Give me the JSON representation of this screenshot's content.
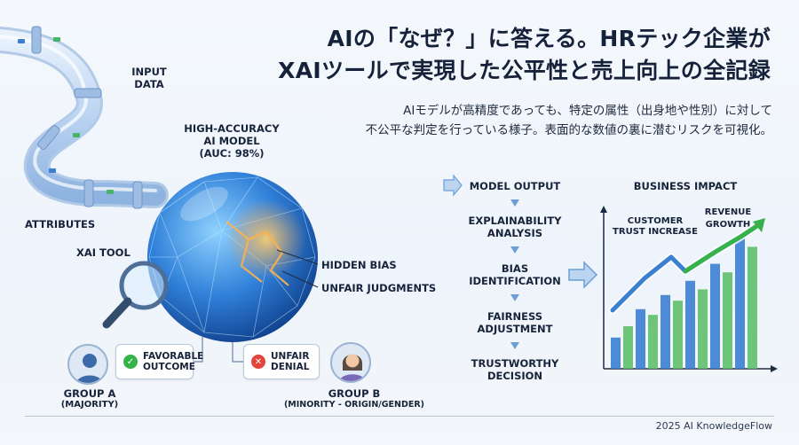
{
  "header": {
    "title_line1": "AIの「なぜ？」に答える。HRテック企業が",
    "title_line2": "XAIツールで実現した公平性と売上向上の全記録",
    "subtitle_line1": "AIモデルが高精度であっても、特定の属性（出身地や性別）に対して",
    "subtitle_line2": "不公平な判定を行っている様子。表面的な数値の裏に潜むリスクを可視化。"
  },
  "left": {
    "input_data": "INPUT\nDATA",
    "model_line1": "HIGH-ACCURACY",
    "model_line2": "AI MODEL",
    "model_line3": "(AUC: 98%)",
    "attributes": "ATTRIBUTES",
    "xai_tool": "XAI TOOL",
    "hidden_bias": "HIDDEN BIAS",
    "unfair_judgments": "UNFAIR JUDGMENTS"
  },
  "groups": {
    "a_callout_line1": "FAVORABLE",
    "a_callout_line2": "OUTCOME",
    "a_name": "GROUP A",
    "a_desc": "(MAJORITY)",
    "b_callout_line1": "UNFAIR",
    "b_callout_line2": "DENIAL",
    "b_name": "GROUP B",
    "b_desc": "(MINORITY - ORIGIN/GENDER)"
  },
  "flow": {
    "steps": [
      "MODEL OUTPUT",
      "EXPLAINABILITY ANALYSIS",
      "BIAS IDENTIFICATION",
      "FAIRNESS ADJUSTMENT",
      "TRUSTWORTHY DECISION"
    ]
  },
  "impact": {
    "title": "BUSINESS IMPACT",
    "customer_line1": "CUSTOMER",
    "customer_line2": "TRUST INCREASE",
    "revenue": "REVENUE GROWTH",
    "bars": [
      0.22,
      0.3,
      0.42,
      0.38,
      0.52,
      0.48,
      0.62,
      0.56,
      0.74,
      0.68,
      0.92,
      0.86
    ]
  },
  "colors": {
    "accent_blue": "#3b7fd1",
    "accent_green": "#36b24a",
    "danger_red": "#e0443a"
  },
  "footer": {
    "credit": "2025 AI KnowledgeFlow"
  }
}
